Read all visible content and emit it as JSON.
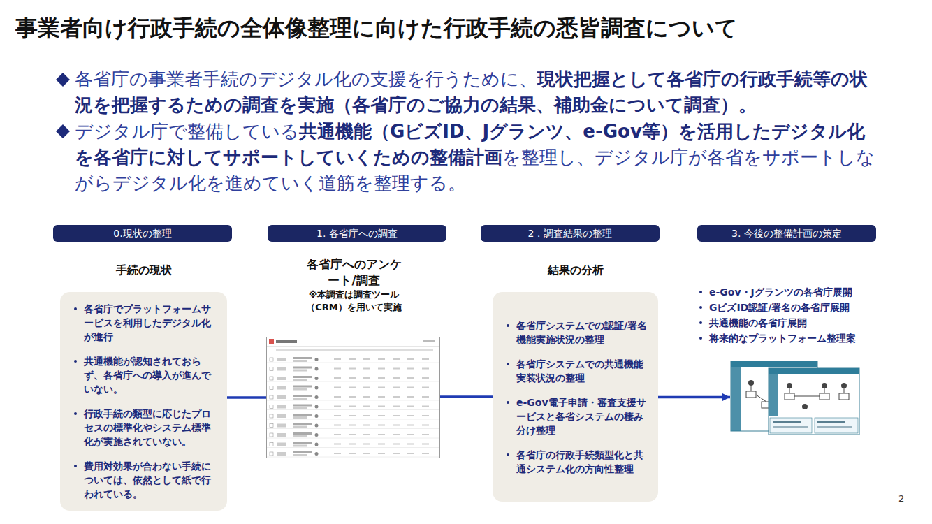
{
  "diagram": {
    "title": "事業者向け行政手続の全体像整理に向けた行政手続の悉皆調査について",
    "nodes": [
      {
        "text": [
          "0.現状の整理"
        ]
      },
      {
        "text": [
          "手続の現状",
          "各省庁でプラットフォームサービスを利用したデジタル化が進行",
          "共通機能が認知されておらず、各省庁への導入が進んでいない。",
          "行政手続の類型に応じたプロセスの標準化やシステム標準化が実施されていない。",
          "費用対効果が合わない手続については、依然として紙で行われている。"
        ]
      },
      {
        "text": [
          "1. 各省庁への調査"
        ]
      },
      {
        "text": [
          "各省庁へのアンケート/調査",
          "※本調査は調査ツール（CRM）を用いて実施"
        ]
      },
      {
        "text": [
          "2．調査結果の整理"
        ]
      },
      {
        "text": [
          "結果の分析",
          "各省庁システムでの認証/署名機能実施状況の整理",
          "各省庁システムでの共通機能実装状況の整理",
          "e-Gov電子申請・審査支援サービスと各省システムの棲み分け整理",
          "各省庁の行政手続類型化と共通システム化の方向性整理"
        ]
      },
      {
        "text": [
          "3. 今後の整備計画の策定"
        ]
      },
      {
        "text": [
          "e-Gov・Jグランツの各省庁展開",
          "GビズID認証/署名の各省庁展開",
          "共通機能の各省庁展開",
          "将来的なプラットフォーム整理案"
        ]
      }
    ],
    "edges": [
      {
        "from": 1,
        "to": 3,
        "arrow": "none"
      },
      {
        "from": 3,
        "to": 5,
        "arrow": "none"
      },
      {
        "from": 5,
        "to": 7,
        "arrow": "to"
      }
    ],
    "labels": [
      "各省庁の事業者手続のデジタル化の支援を行うために、",
      "現状把握として各省庁の行政手続等の状況を把握するための調査を実施（各省庁のご協力の結果、補助金について調査）。",
      "デジタル庁で整備している",
      "共通機能（GビズID、Jグランツ、e-Gov等）を活用したデジタル化を各省庁に対してサポートしていくための整備計画",
      "を整理し、デジタル庁が各省をサポートしながらデジタル化を進めていく道筋を整理する。",
      "2"
    ]
  }
}
